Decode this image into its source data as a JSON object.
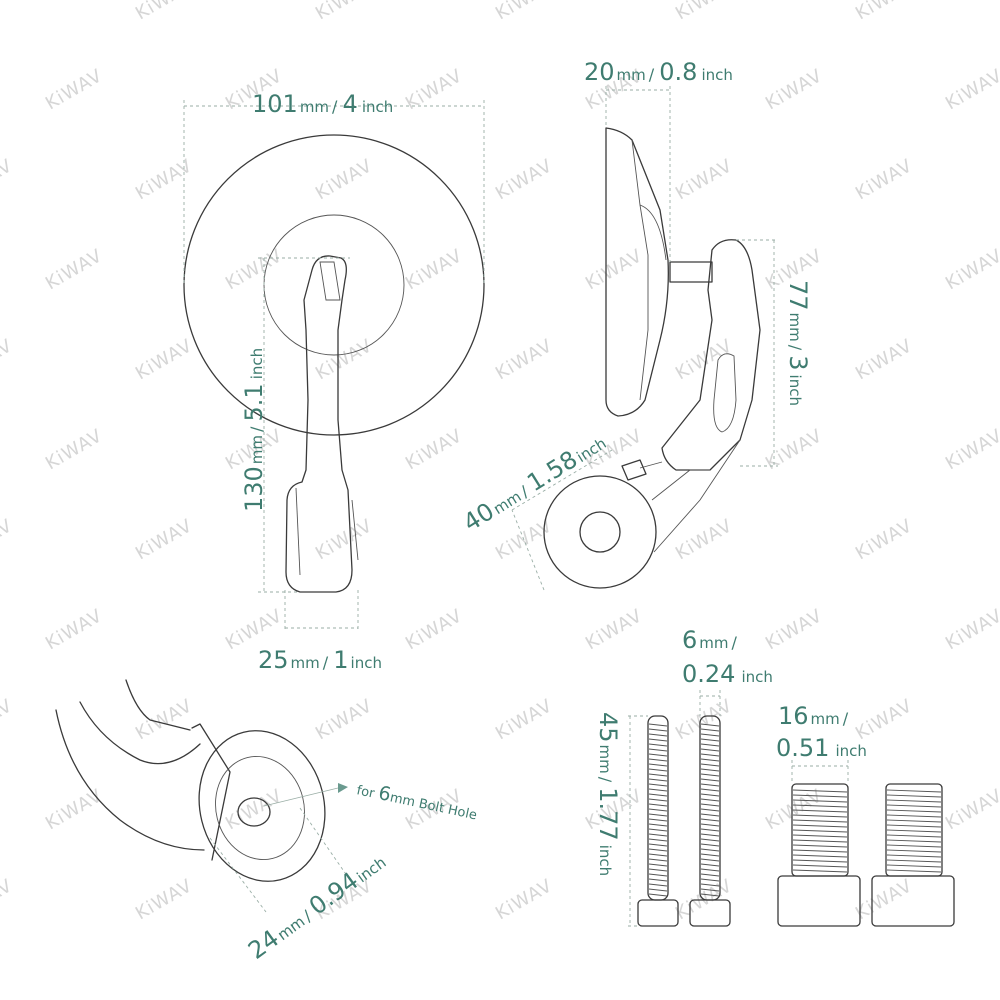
{
  "brand": {
    "watermark": "KiWAV"
  },
  "dimensions": {
    "width101": {
      "mm": "101",
      "mm_unit": "mm",
      "inch": "4",
      "inch_unit": "inch"
    },
    "depth20": {
      "mm": "20",
      "mm_unit": "mm",
      "inch": "0.8",
      "inch_unit": "inch"
    },
    "height130": {
      "mm": "130",
      "mm_unit": "mm",
      "inch": "5.1",
      "inch_unit": "inch"
    },
    "height77": {
      "mm": "77",
      "mm_unit": "mm",
      "inch": "3",
      "inch_unit": "inch"
    },
    "clamp40": {
      "mm": "40",
      "mm_unit": "mm",
      "inch": "1.58",
      "inch_unit": "inch"
    },
    "base25": {
      "mm": "25",
      "mm_unit": "mm",
      "inch": "1",
      "inch_unit": "inch"
    },
    "bolt6": {
      "mm": "6",
      "mm_unit": "mm",
      "inch": "0.24",
      "inch_unit": "inch"
    },
    "bolt45": {
      "mm": "45",
      "mm_unit": "mm",
      "inch": "1.77",
      "inch_unit": "inch"
    },
    "nut16": {
      "mm": "16",
      "mm_unit": "mm",
      "inch": "0.51",
      "inch_unit": "inch"
    },
    "end24": {
      "mm": "24",
      "mm_unit": "mm",
      "inch": "0.94",
      "inch_unit": "inch"
    }
  },
  "annotations": {
    "bolt_hole": {
      "prefix": "for ",
      "value": "6",
      "unit": "mm",
      "suffix": " Bolt Hole"
    }
  }
}
